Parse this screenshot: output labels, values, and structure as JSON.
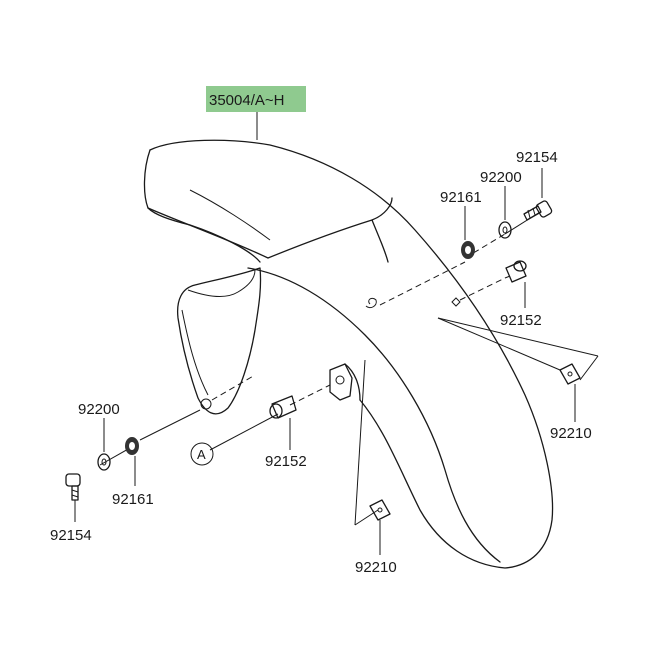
{
  "diagram": {
    "main_part_number": "35004/A~H",
    "main_part_highlight_color": "#8fca8f",
    "callouts": {
      "screw_right": "92154",
      "washer_right": "92200",
      "grommet_right": "92161",
      "collar_right": "92152",
      "clip_right": "92210",
      "washer_left": "92200",
      "screw_left": "92154",
      "grommet_left": "92161",
      "collar_center": "92152",
      "clip_bottom": "92210"
    },
    "reference_marker": "A"
  }
}
